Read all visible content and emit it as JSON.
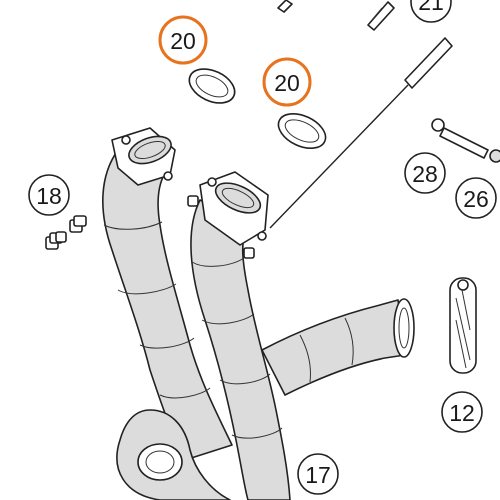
{
  "callouts": {
    "c20a": {
      "label": "20",
      "highlighted": true
    },
    "c20b": {
      "label": "20",
      "highlighted": true
    },
    "c21": {
      "label": "21",
      "highlighted": false
    },
    "c18": {
      "label": "18",
      "highlighted": false
    },
    "c28": {
      "label": "28",
      "highlighted": false
    },
    "c26": {
      "label": "26",
      "highlighted": false
    },
    "c12": {
      "label": "12",
      "highlighted": false
    },
    "c17": {
      "label": "17",
      "highlighted": false
    }
  },
  "colors": {
    "highlight_ring": "#e8731f",
    "normal_ring": "#222222",
    "part_fill": "#dcdcdc",
    "background": "#ffffff"
  }
}
